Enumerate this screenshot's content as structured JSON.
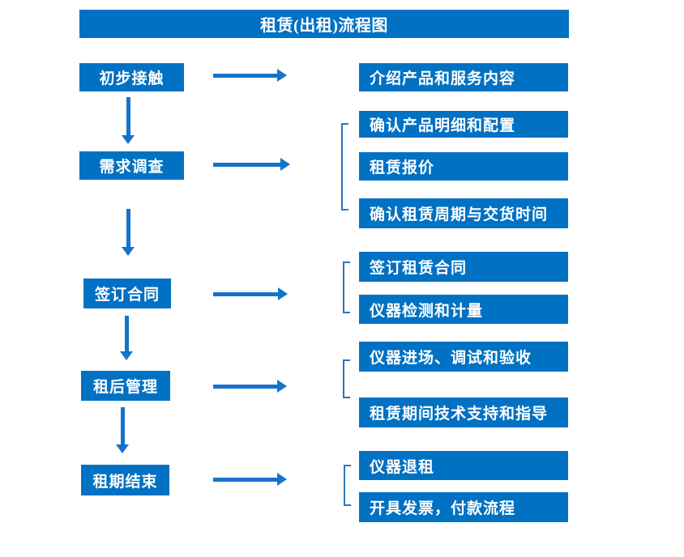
{
  "title": "租赁(出租)流程图",
  "colors": {
    "box_blue": "#0171c3",
    "arrow_blue": "#1573cb",
    "bracket_blue": "#2e75b6",
    "text_white": "#ffffff"
  },
  "steps": [
    {
      "label": "初步接触",
      "details": [
        "介绍产品和服务内容"
      ]
    },
    {
      "label": "需求调查",
      "details": [
        "确认产品明细和配置",
        "租赁报价",
        "确认租赁周期与交货时间"
      ]
    },
    {
      "label": "签订合同",
      "details": [
        "签订租赁合同",
        "仪器检测和计量"
      ]
    },
    {
      "label": "租后管理",
      "details": [
        "仪器进场、调试和验收",
        "租赁期间技术支持和指导"
      ]
    },
    {
      "label": "租期结束",
      "details": [
        "仪器退租",
        "开具发票，付款流程"
      ]
    }
  ]
}
